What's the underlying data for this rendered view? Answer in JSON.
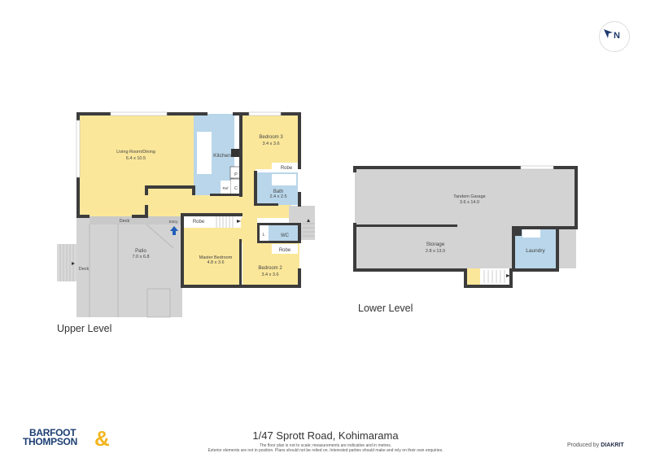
{
  "compass": {
    "label": "N",
    "icon": "north-arrow-icon"
  },
  "upper_level": {
    "label": "Upper Level",
    "rooms": [
      {
        "name": "Living Room/Dining",
        "dims": "6.4 x 10.5"
      },
      {
        "name": "Kitchen",
        "dims": ""
      },
      {
        "name": "Bedroom 3",
        "dims": "3.4 x 3.6"
      },
      {
        "name": "Bath",
        "dims": "2.4 x 2.5"
      },
      {
        "name": "Master Bedroom",
        "dims": "4.8 x 3.6"
      },
      {
        "name": "Bedroom 2",
        "dims": "3.4 x 3.6"
      },
      {
        "name": "Patio",
        "dims": "7.0 x 6.8"
      }
    ],
    "labels": {
      "robe1": "Robe",
      "robe2": "Robe",
      "robe3": "Robe",
      "p": "P",
      "c": "C",
      "ref": "Ref",
      "l": "L",
      "wc": "WC",
      "deck1": "Deck",
      "deck2": "Deck",
      "entry": "Entry"
    }
  },
  "lower_level": {
    "label": "Lower Level",
    "rooms": [
      {
        "name": "Tandem Garage",
        "dims": "3.6 x 14.0"
      },
      {
        "name": "Storage",
        "dims": "2.8 x 13.0"
      },
      {
        "name": "Laundry",
        "dims": ""
      }
    ]
  },
  "footer": {
    "address": "1/47 Sprott Road, Kohimarama",
    "disclaimer_1": "The floor plan is not to scale; measurements are indicative and in metres.",
    "disclaimer_2": "Exterior elements are not in position. Plans should not be relied on. Interested parties should make and rely on their own enquiries.",
    "produced_by": "Produced by",
    "producer": "DIAKRIT",
    "logo_line1": "BARFOOT",
    "logo_line2": "THOMPSON",
    "logo_amp": "&"
  },
  "colors": {
    "living": "#fbe79a",
    "wet": "#b9d6ea",
    "outdoor": "#d3d3d3",
    "wall": "#3c3c3c",
    "brand_blue": "#1c3f73",
    "brand_gold": "#f2b51d",
    "entry_arrow": "#1f5fb8"
  }
}
